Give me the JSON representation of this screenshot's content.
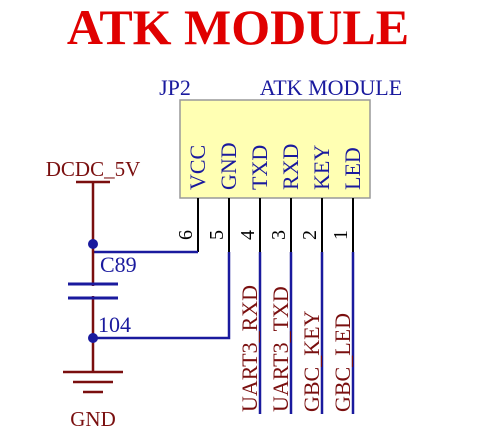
{
  "title": "ATK MODULE",
  "component": {
    "designator": "JP2",
    "name": "ATK MODULE",
    "pins": [
      {
        "number": "6",
        "name": "VCC"
      },
      {
        "number": "5",
        "name": "GND"
      },
      {
        "number": "4",
        "name": "TXD"
      },
      {
        "number": "3",
        "name": "RXD"
      },
      {
        "number": "2",
        "name": "KEY"
      },
      {
        "number": "1",
        "name": "LED"
      }
    ]
  },
  "power_net": "DCDC_5V",
  "ground_net": "GND",
  "capacitor": {
    "designator": "C89",
    "value": "104"
  },
  "nets": [
    "UART3_RXD",
    "UART3_TXD",
    "GBC_KEY",
    "GBC_LED"
  ],
  "colors": {
    "title": "#e00000",
    "wire": "#1a1a9e",
    "pin": "#000000",
    "body_fill": "#ffffb3",
    "body_stroke": "#999999",
    "net_label": "#7a0f0f",
    "component_text": "#1a1a9e",
    "power": "#7a0f0f",
    "pin_number": "#000000"
  }
}
